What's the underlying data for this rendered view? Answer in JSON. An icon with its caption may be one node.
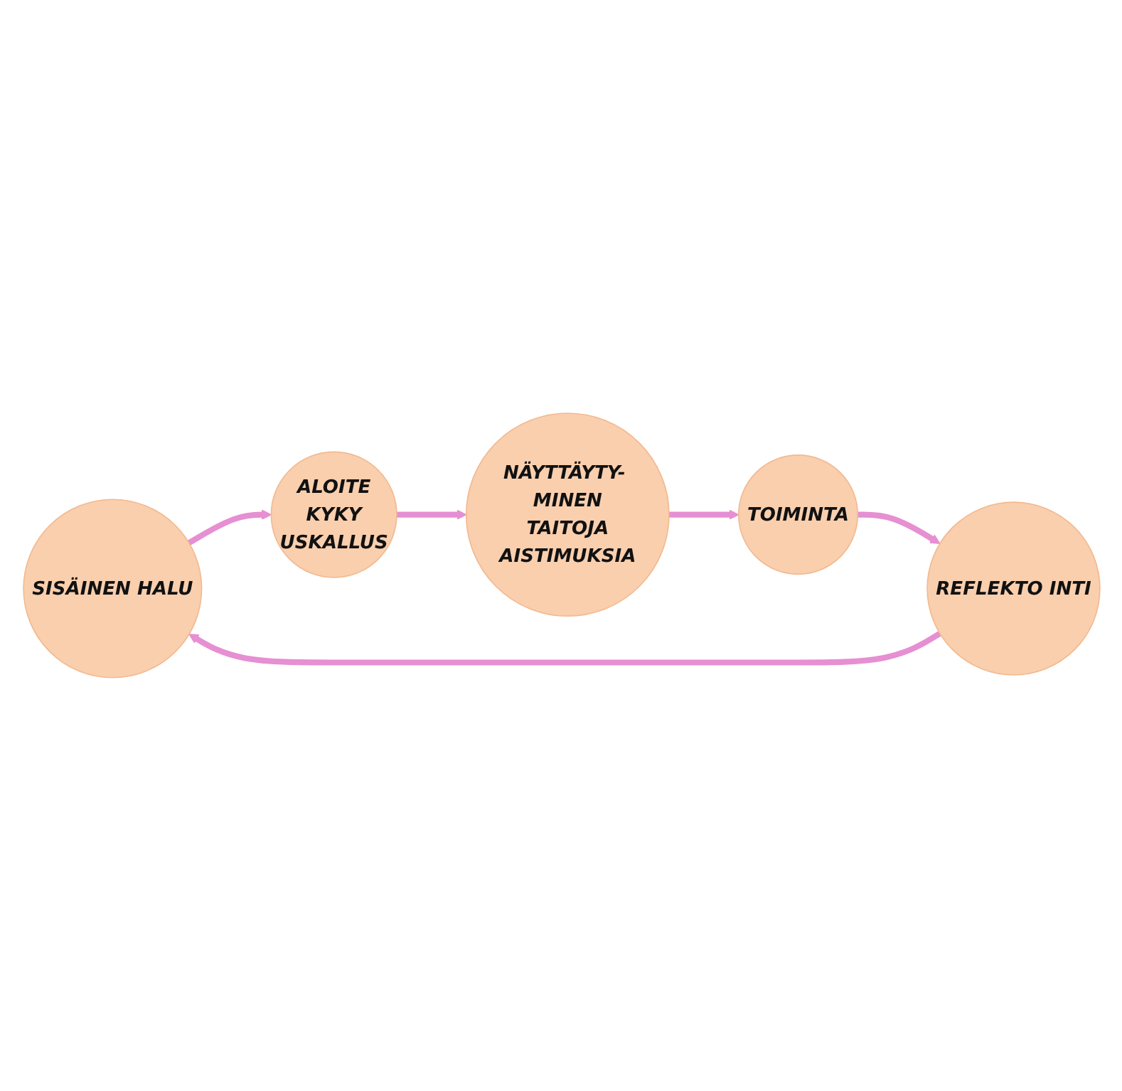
{
  "diagram": {
    "nodes": [
      {
        "text": [
          "SISÄINEN HALU"
        ]
      },
      {
        "text": [
          "ALOITE",
          "KYKY",
          "USKALLUS"
        ]
      },
      {
        "text": [
          "NÄYTTÄYTY- MINEN",
          "TAITOJA",
          "AISTIMUKSIA"
        ]
      },
      {
        "text": [
          "TOIMINTA"
        ]
      },
      {
        "text": [
          "REFLEKTO INTI"
        ]
      }
    ],
    "edges": [
      {
        "from": 0,
        "to": 1,
        "arrow": "to"
      },
      {
        "from": 1,
        "to": 2,
        "arrow": "to"
      },
      {
        "from": 2,
        "to": 3,
        "arrow": "to"
      },
      {
        "from": 3,
        "to": 4,
        "arrow": "to"
      },
      {
        "from": 4,
        "to": 0,
        "arrow": "to"
      }
    ]
  }
}
